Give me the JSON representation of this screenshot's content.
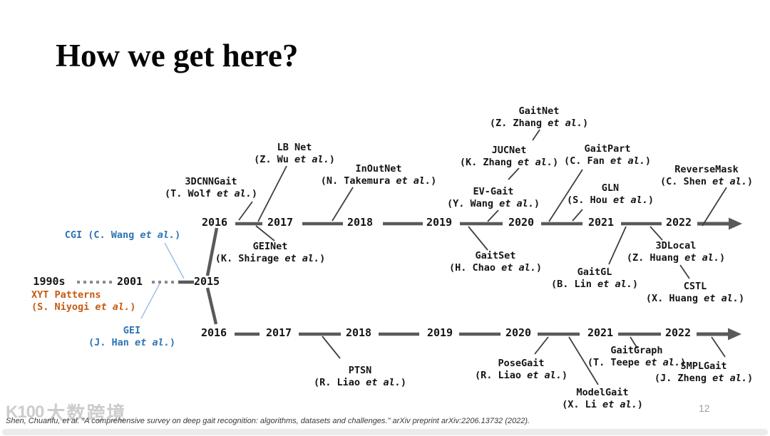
{
  "slide": {
    "title": "How we get here?",
    "page_number": "12",
    "citation": "Shen, Chuanfu, et al. \"A comprehensive survey on deep gait recognition: algorithms, datasets and challenges.\" arXiv preprint arXiv:2206.13732 (2022).",
    "watermark_logo": "K100",
    "watermark_text": "大数跨境"
  },
  "colors": {
    "accent_blue": "#2E74B5",
    "accent_orange": "#C55A11",
    "timeline_gray": "#5a5a5a",
    "connector_dark": "#3f3f3f",
    "connector_blue": "#8eb4e3",
    "text_dark": "#141414"
  },
  "timeline": {
    "pre_era": {
      "start": "1990s",
      "mid": "2001",
      "junction": "2015"
    },
    "roots": {
      "cgi": {
        "name": "CGI (C. Wang et al.)"
      },
      "xyt": {
        "name": "XYT Patterns",
        "authors": "(S. Niyogi et al.)"
      },
      "gei": {
        "name": "GEI",
        "authors": "(J. Han et al.)"
      }
    },
    "upper_branch": {
      "years": [
        "2016",
        "2017",
        "2018",
        "2019",
        "2020",
        "2021",
        "2022"
      ]
    },
    "lower_branch": {
      "years": [
        "2016",
        "2017",
        "2018",
        "2019",
        "2020",
        "2021",
        "2022"
      ]
    },
    "methods": {
      "dcnngait": {
        "name": "3DCNNGait",
        "authors": "(T. Wolf et al.)"
      },
      "lbnet": {
        "name": "LB Net",
        "authors": "(Z. Wu et al.)"
      },
      "geinet": {
        "name": "GEINet",
        "authors": "(K. Shirage et al.)"
      },
      "inoutnet": {
        "name": "InOutNet",
        "authors": "(N. Takemura et al.)"
      },
      "gaitnet": {
        "name": "GaitNet",
        "authors": "(Z. Zhang et al.)"
      },
      "jucnet": {
        "name": "JUCNet",
        "authors": "(K. Zhang et al.)"
      },
      "evgait": {
        "name": "EV-Gait",
        "authors": "(Y. Wang et al.)"
      },
      "gaitset": {
        "name": "GaitSet",
        "authors": "(H. Chao et al.)"
      },
      "gaitpart": {
        "name": "GaitPart",
        "authors": "(C. Fan et al.)"
      },
      "gln": {
        "name": "GLN",
        "authors": "(S. Hou et al.)"
      },
      "gaitgl": {
        "name": "GaitGL",
        "authors": "(B. Lin et al.)"
      },
      "threedlocal": {
        "name": "3DLocal",
        "authors": "(Z. Huang et al.)"
      },
      "cstl": {
        "name": "CSTL",
        "authors": "(X. Huang et al.)"
      },
      "reversemask": {
        "name": "ReverseMask",
        "authors": "(C. Shen et al.)"
      },
      "ptsn": {
        "name": "PTSN",
        "authors": "(R. Liao et al.)"
      },
      "posegait": {
        "name": "PoseGait",
        "authors": "(R. Liao et al.)"
      },
      "modelgait": {
        "name": "ModelGait",
        "authors": "(X. Li et al.)"
      },
      "gaitgraph": {
        "name": "GaitGraph",
        "authors": "(T. Teepe et al.)"
      },
      "smplgait": {
        "name": "SMPLGait",
        "authors": "(J. Zheng et al.)"
      }
    }
  }
}
